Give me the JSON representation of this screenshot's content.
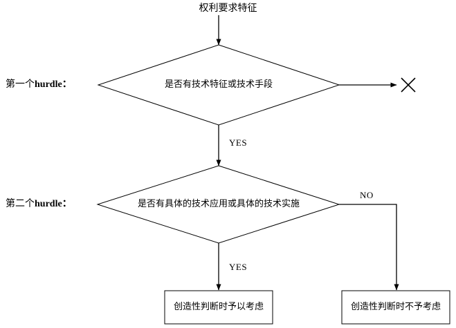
{
  "diagram": {
    "title": "权利要求特征",
    "nodes": {
      "start_label": "权利要求特征",
      "decision_1": "是否有技术特征或技术手段",
      "decision_2": "是否有具体的技术应用或具体的技术实施",
      "outcome_left": "创造性判断时予以考虑",
      "outcome_right": "创造性判断时不予考虑",
      "reject_mark": "✕"
    },
    "stage_labels": {
      "first": {
        "prefix": "第一个",
        "keyword": "hurdle",
        "suffix": "："
      },
      "second": {
        "prefix": "第二个",
        "keyword": "hurdle",
        "suffix": "："
      }
    },
    "edges": {
      "d1_no_branch": "",
      "d1_yes": "YES",
      "d2_no": "NO",
      "d2_yes": "YES"
    },
    "colors": {
      "stroke": "#000000",
      "background": "#ffffff",
      "text": "#000000"
    }
  }
}
